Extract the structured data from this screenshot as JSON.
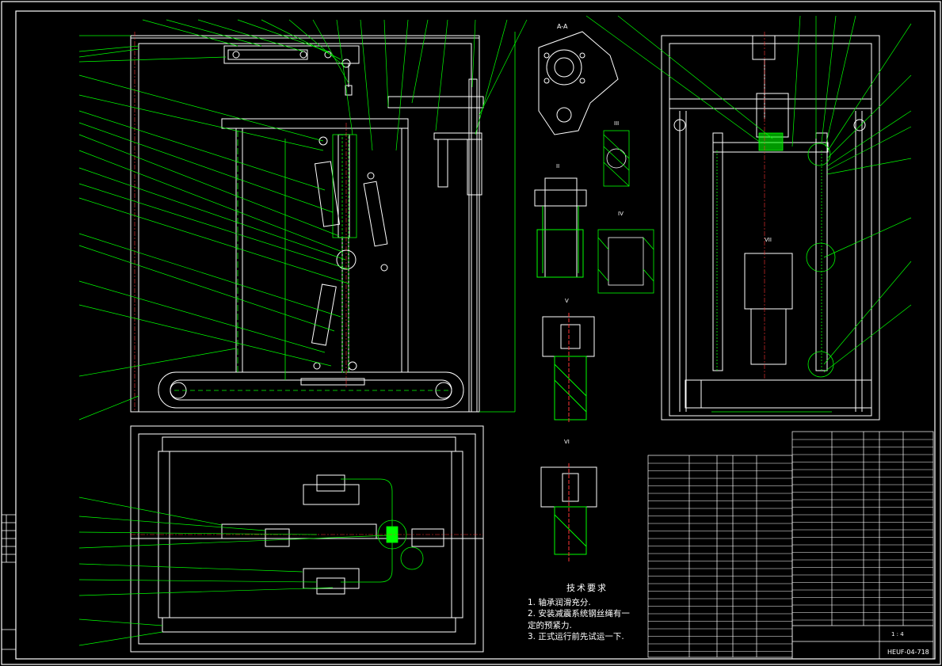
{
  "colors": {
    "background": "#000000",
    "outline": "#ffffff",
    "leader": "#00ff00",
    "dim": "#00ff00",
    "hatch": "#00ff00",
    "center": "#ff3333",
    "highlight": "#00ff00"
  },
  "section_labels": {
    "A": "A-A",
    "II": "II",
    "III": "III",
    "IV": "IV",
    "V": "V",
    "VI": "VI",
    "VII": "VII"
  },
  "tech_requirements": {
    "title": "技术要求",
    "lines": [
      "1. 轴承润滑充分.",
      "2. 安装减震系统钢丝绳有一",
      "   定的预紧力.",
      "3. 正式运行前先试运一下."
    ]
  },
  "title_block": {
    "drawing_number": "HEUF-04-718",
    "scale": "1 : 4"
  }
}
